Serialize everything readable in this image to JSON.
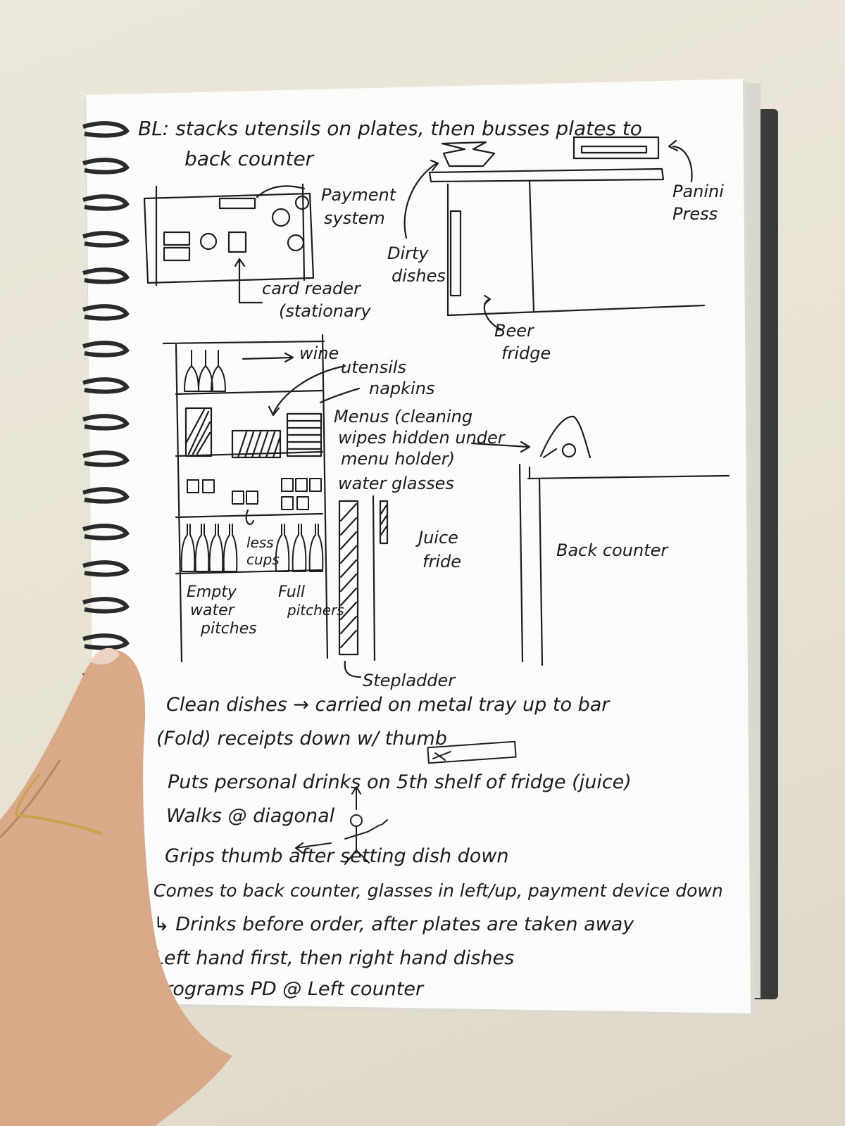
{
  "notebook": {
    "title_line1": "BL: stacks utensils on plates, then busses plates to",
    "title_line2": "back counter"
  },
  "labels": {
    "payment_system_1": "Payment",
    "payment_system_2": "system",
    "card_reader_1": "card reader",
    "card_reader_2": "(stationary",
    "dirty_dishes_1": "Dirty",
    "dirty_dishes_2": "dishes",
    "panini_1": "Panini",
    "panini_2": "Press",
    "beer_fridge_1": "Beer",
    "beer_fridge_2": "fridge",
    "wine": "wine",
    "utensils": "utensils",
    "napkins": "napkins",
    "menus_1": "Menus (cleaning",
    "menus_2": "wipes hidden under",
    "menus_3": "menu holder)",
    "water_glasses": "water glasses",
    "less_cups_1": "less",
    "less_cups_2": "cups",
    "empty_1": "Empty",
    "empty_2": "water",
    "empty_3": "pitches",
    "full_1": "Full",
    "full_2": "pitchers",
    "juice_1": "Juice",
    "juice_2": "fride",
    "back_counter": "Back counter",
    "stepladder": "Stepladder"
  },
  "notes": [
    "Clean dishes → carried on metal tray up to bar",
    "(Fold) receipts down w/ thumb",
    "Puts personal drinks on 5th shelf of fridge (juice)",
    "Walks @ diagonal",
    "Grips thumb after setting dish down",
    "Comes to back counter, glasses in left/up, payment device down",
    "↳ Drinks before order, after plates are taken away",
    "Left hand first, then right hand dishes",
    "Programs PD @ Left counter"
  ],
  "colors": {
    "wall": "#e8e3d5",
    "paper": "#fbfbf9",
    "ink": "#1e1e1e",
    "skin": "#d8a88a",
    "ring": "#c9a24a",
    "coil": "#2a2a2a"
  },
  "icons": [
    "spiral-binding-icon",
    "bottle-icon",
    "glass-icon",
    "stick-figure-icon",
    "arrow-icon"
  ]
}
